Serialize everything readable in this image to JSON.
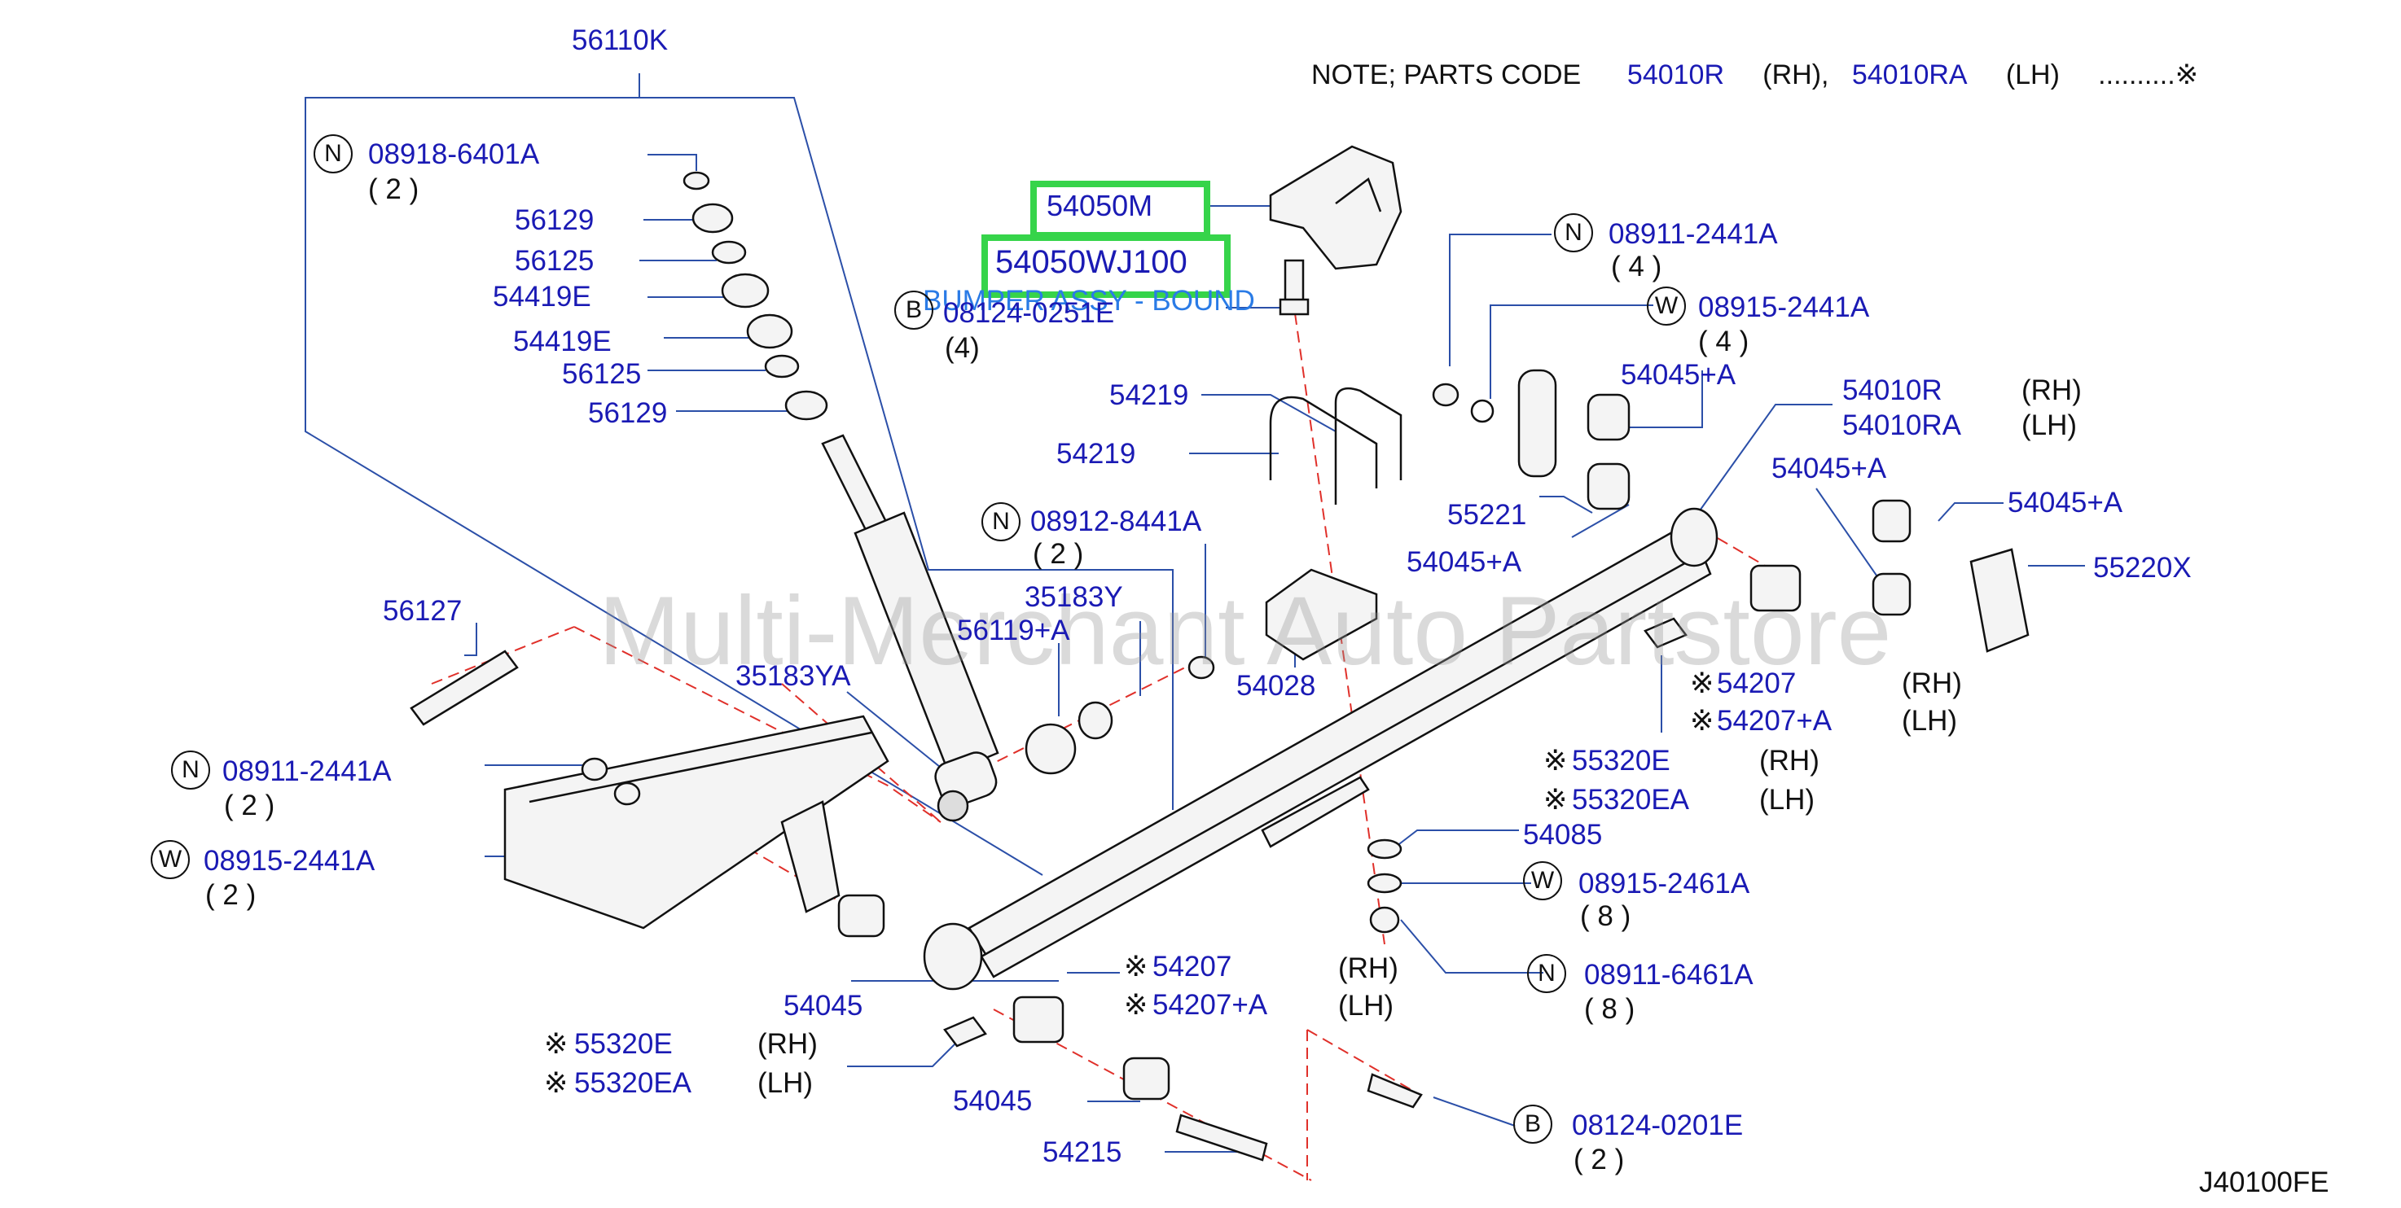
{
  "note": {
    "prefix": "NOTE;   PARTS   CODE",
    "code_rh": "54010R",
    "rh": "(RH),",
    "code_lh": "54010RA",
    "lh": "(LH)",
    "suffix": "..........※"
  },
  "watermark": "Multi-Merchant Auto Partstore",
  "diagram_code": "J40100FE",
  "highlight": {
    "part_old": "54050M",
    "part_new": "54050WJ100",
    "tooltip": "BUMPER ASSY - BOUND"
  },
  "labels": {
    "p56110K": "56110K",
    "p08918": "08918-6401A",
    "q2a": "( 2 )",
    "p56129a": "56129",
    "p56125a": "56125",
    "p54419Ea": "54419E",
    "p54419Eb": "54419E",
    "p56125b": "56125",
    "p56129b": "56129",
    "p08124_0251E": "08124-0251E",
    "q4a": "(4)",
    "p54219a": "54219",
    "p54219b": "54219",
    "p08911_top": "08911-2441A",
    "q4b": "( 4 )",
    "p08915_top": "08915-2441A",
    "q4c": "( 4 )",
    "p54045A_a": "54045+A",
    "p54010R": "54010R",
    "rh1": "(RH)",
    "p54010RA": "54010RA",
    "lh1": "(LH)",
    "p54045A_b": "54045+A",
    "p54045A_c": "54045+A",
    "p55221": "55221",
    "p54045A_d": "54045+A",
    "p55220X": "55220X",
    "p08912": "08912-8441A",
    "q2b": "( 2 )",
    "p35183Y": "35183Y",
    "p56119A": "56119+A",
    "p35183YA": "35183YA",
    "p56127": "56127",
    "p54028": "54028",
    "p54207_r": "54207",
    "rh2": "(RH)",
    "p54207A_r": "54207+A",
    "lh2": "(LH)",
    "p08911_left": "08911-2441A",
    "q2c": "( 2 )",
    "p55320E_r": "55320E",
    "rh3": "(RH)",
    "p55320EA_r": "55320EA",
    "lh3": "(LH)",
    "p08915_left": "08915-2441A",
    "q2d": "( 2 )",
    "p54085": "54085",
    "p08915_2461": "08915-2461A",
    "q8a": "( 8 )",
    "p54045_a": "54045",
    "p54207_b": "54207",
    "p54207A_b": "54207+A",
    "rh4": "(RH)",
    "lh4": "(LH)",
    "p08911_6461": "08911-6461A",
    "q8b": "( 8 )",
    "p55320E_b": "55320E",
    "rh5": "(RH)",
    "p55320EA_b": "55320EA",
    "lh5": "(LH)",
    "p54045_b": "54045",
    "p54215": "54215",
    "p08124_0201E": "08124-0201E",
    "q2e": "( 2 )"
  },
  "marks": {
    "N": "N",
    "W": "W",
    "B": "B",
    "kome": "※"
  },
  "colors": {
    "label_blue": "#1a1ab4",
    "line_blue": "#2b4fa8",
    "highlight_green": "#36d44a",
    "tooltip_blue": "#2a7be6",
    "dash_red": "#e0302a"
  }
}
